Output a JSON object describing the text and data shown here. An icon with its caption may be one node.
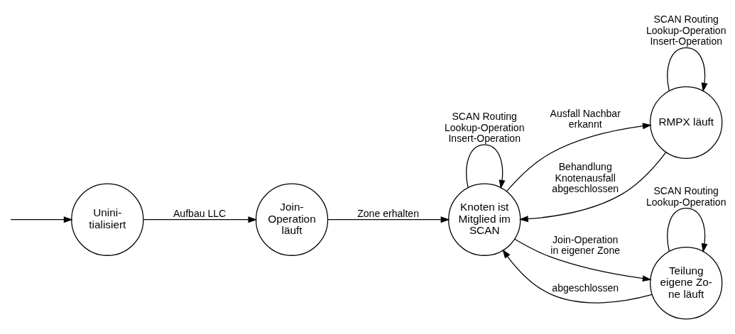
{
  "diagram": {
    "nodes": [
      {
        "text": [
          "Unini- tialisiert"
        ]
      },
      {
        "text": [
          "Join- Operation läuft"
        ]
      },
      {
        "text": [
          "Knoten ist Mitglied im SCAN"
        ]
      },
      {
        "text": [
          "RMPX läuft"
        ]
      },
      {
        "text": [
          "Teilung eigene Zo- ne läuft"
        ]
      }
    ],
    "edges": [
      {
        "from": null,
        "to": 0,
        "arrow": "to"
      },
      {
        "from": 0,
        "to": 1,
        "arrow": "to",
        "label": "Aufbau LLC"
      },
      {
        "from": 1,
        "to": 2,
        "arrow": "to",
        "label": "Zone erhalten"
      },
      {
        "from": 2,
        "to": 2,
        "arrow": "to",
        "label": "SCAN Routing Lookup-Operation Insert-Operation"
      },
      {
        "from": 2,
        "to": 3,
        "arrow": "to",
        "label": "Ausfall Nachbar erkannt"
      },
      {
        "from": 3,
        "to": 2,
        "arrow": "to",
        "label": "Behandlung Knotenausfall abgeschlossen"
      },
      {
        "from": 2,
        "to": 4,
        "arrow": "to",
        "label": "Join-Operation in eigener Zone"
      },
      {
        "from": 4,
        "to": 2,
        "arrow": "to",
        "label": "abgeschlossen"
      },
      {
        "from": 3,
        "to": 3,
        "arrow": "to",
        "label": "SCAN Routing Lookup-Operation Insert-Operation"
      },
      {
        "from": 4,
        "to": 4,
        "arrow": "to",
        "label": "SCAN Routing Lookup-Operation"
      }
    ]
  }
}
